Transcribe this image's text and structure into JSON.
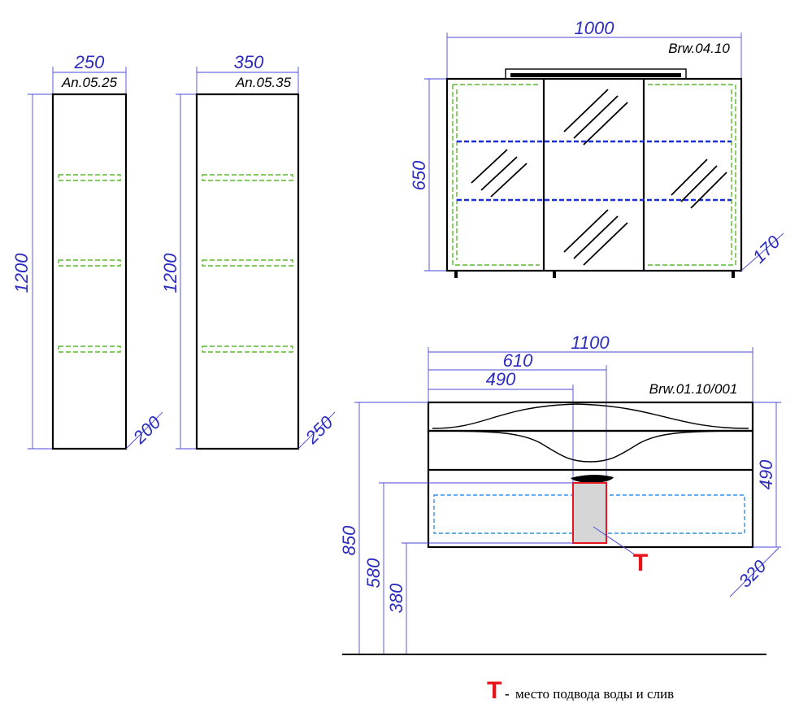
{
  "column_left": {
    "width": "250",
    "code": "An.05.25",
    "height": "1200",
    "depth": "200"
  },
  "column_right": {
    "width": "350",
    "code": "An.05.35",
    "height": "1200",
    "depth": "250"
  },
  "mirror_cabinet": {
    "width": "1000",
    "code": "Brw.04.10",
    "height": "650",
    "depth": "170"
  },
  "vanity": {
    "width": "1100",
    "dim_610": "610",
    "dim_490_h": "490",
    "code": "Brw.01.10/001",
    "height": "490",
    "depth": "320",
    "h_850": "850",
    "h_580": "580",
    "h_380": "380",
    "marker": "T"
  },
  "legend": {
    "symbol": "T",
    "dash": "-",
    "text": "место подвода воды и слив"
  },
  "colors": {
    "dimension": "#2b2bbf",
    "shelf_green": "#5cb82e",
    "shelf_blue": "#1a2fd8",
    "marker_red": "#e8141c"
  }
}
